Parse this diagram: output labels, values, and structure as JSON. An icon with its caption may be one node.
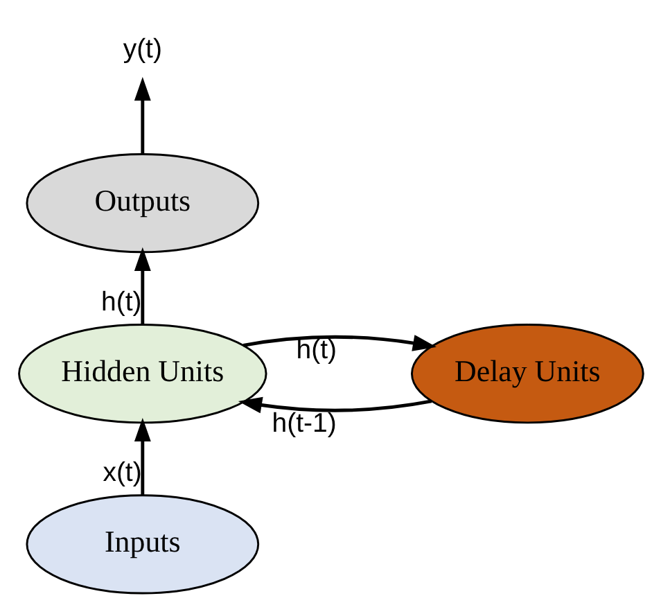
{
  "diagram": {
    "nodes": [
      {
        "text": [
          "y(t)"
        ]
      },
      {
        "text": [
          "Outputs"
        ]
      },
      {
        "text": [
          "Hidden Units"
        ]
      },
      {
        "text": [
          "Delay Units"
        ]
      },
      {
        "text": [
          "Inputs"
        ]
      }
    ],
    "edges": [
      {
        "from": 1,
        "to": 0,
        "arrow": "to"
      },
      {
        "from": 2,
        "to": 1,
        "arrow": "to",
        "label": "h(t)"
      },
      {
        "from": 2,
        "to": 3,
        "arrow": "to",
        "label": "h(t)"
      },
      {
        "from": 3,
        "to": 2,
        "arrow": "to",
        "label": "h(t-1)"
      },
      {
        "from": 4,
        "to": 2,
        "arrow": "to",
        "label": "x(t)"
      }
    ]
  }
}
